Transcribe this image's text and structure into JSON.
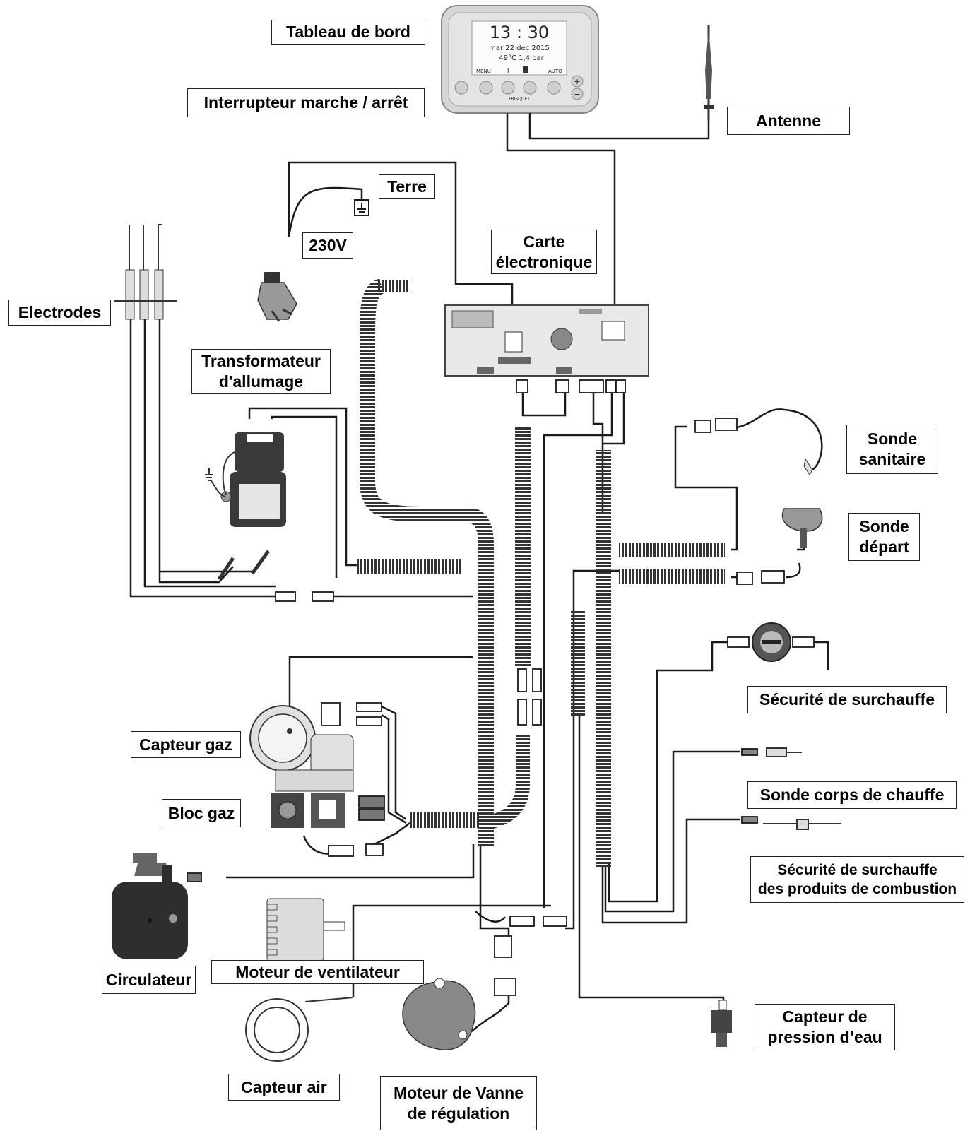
{
  "display": {
    "time": "13 : 30",
    "date": "mar 22 dec 2015",
    "status": "49°C  1,4 bar",
    "menu": "MENU",
    "info": "i",
    "mode": "AUTO",
    "plus": "+",
    "minus": "−",
    "brand": "FRISQUET"
  },
  "labels": {
    "tableau": "Tableau de bord",
    "interrupteur": "Interrupteur marche / arrêt",
    "antenne": "Antenne",
    "terre": "Terre",
    "v230": "230V",
    "carte_l1": "Carte",
    "carte_l2": "électronique",
    "electrodes": "Electrodes",
    "transfo_l1": "Transformateur",
    "transfo_l2": "d'allumage",
    "sonde_san_l1": "Sonde",
    "sonde_san_l2": "sanitaire",
    "sonde_dep_l1": "Sonde",
    "sonde_dep_l2": "départ",
    "securite_surchauffe": "Sécurité de surchauffe",
    "capteur_gaz": "Capteur gaz",
    "bloc_gaz": "Bloc gaz",
    "sonde_corps": "Sonde corps de chauffe",
    "securite_fumees_l1": "Sécurité de surchauffe",
    "securite_fumees_l2": "des produits de combustion",
    "circulateur": "Circulateur",
    "moteur_ventilateur": "Moteur de ventilateur",
    "capteur_pression_l1": "Capteur de",
    "capteur_pression_l2": "pression d’eau",
    "capteur_air": "Capteur air",
    "moteur_vanne_l1": "Moteur de Vanne",
    "moteur_vanne_l2": "de régulation"
  },
  "colors": {
    "wire": "#1a1a1a",
    "component": "#3a3a3a",
    "panel": "#d8d8d8",
    "board": "#e6e6e6"
  }
}
